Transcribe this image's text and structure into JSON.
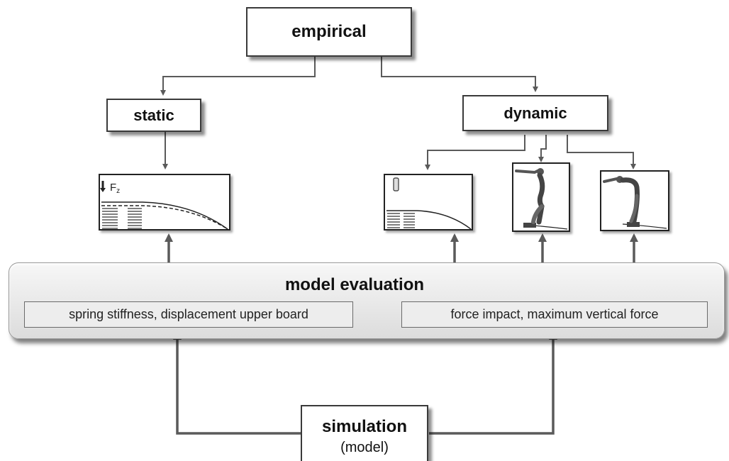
{
  "nodes": {
    "empirical": "empirical",
    "static": "static",
    "dynamic": "dynamic",
    "model_evaluation": "model evaluation",
    "simulation": "simulation",
    "simulation_sub": "(model)"
  },
  "parameters": {
    "static_params": "spring stiffness, displacement upper board",
    "dynamic_params": "force impact, maximum vertical force"
  },
  "figures": {
    "force_label": "F",
    "force_subscript": "z"
  },
  "colors": {
    "line": "#5a5a5a",
    "border": "#3a3a3a",
    "panel_bg": "#e4e4e4"
  }
}
